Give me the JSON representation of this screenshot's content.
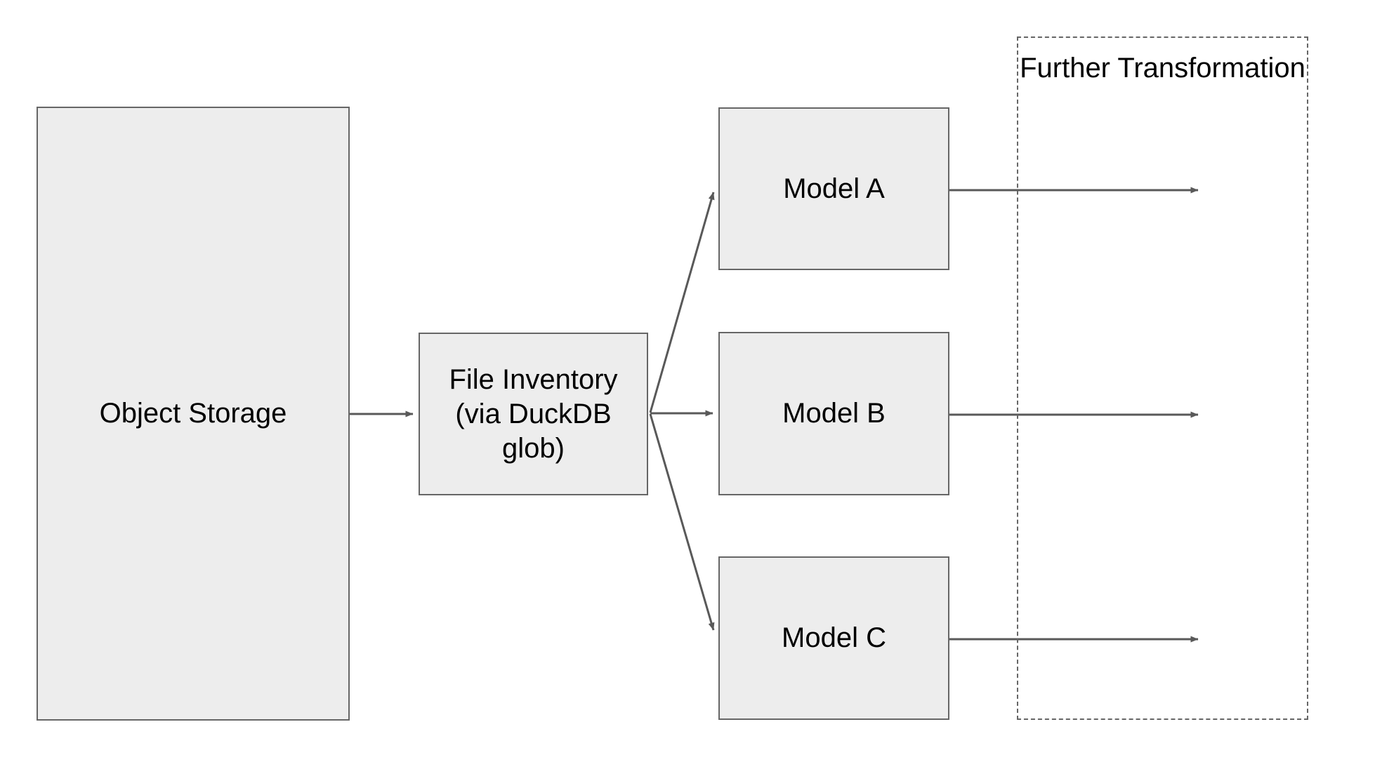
{
  "diagram": {
    "title": "Object storage to DuckDB file inventory to models pipeline",
    "background_color": "#ffffff",
    "node_fill_color": "#ededed",
    "node_stroke_color": "#666666",
    "text_color": "#000000",
    "nodes": [
      {
        "id": "object-storage",
        "label": "Object Storage",
        "shape": "rectangle",
        "style": "solid"
      },
      {
        "id": "file-inventory",
        "label": "File Inventory\n(via DuckDB\nglob)",
        "shape": "rectangle",
        "style": "solid"
      },
      {
        "id": "model-a",
        "label": "Model A",
        "shape": "rectangle",
        "style": "solid"
      },
      {
        "id": "model-b",
        "label": "Model B",
        "shape": "rectangle",
        "style": "solid"
      },
      {
        "id": "model-c",
        "label": "Model C",
        "shape": "rectangle",
        "style": "solid"
      }
    ],
    "groups": [
      {
        "id": "further-transformation",
        "label": "Further Transformation",
        "shape": "rectangle",
        "style": "dashed"
      }
    ],
    "edges": [
      {
        "id": "edge-storage-to-inventory",
        "from": "object-storage",
        "to": "file-inventory",
        "arrow": "single",
        "label": ""
      },
      {
        "id": "edge-inventory-to-model-a",
        "from": "file-inventory",
        "to": "model-a",
        "arrow": "single",
        "label": ""
      },
      {
        "id": "edge-inventory-to-model-b",
        "from": "file-inventory",
        "to": "model-b",
        "arrow": "single",
        "label": ""
      },
      {
        "id": "edge-inventory-to-model-c",
        "from": "file-inventory",
        "to": "model-c",
        "arrow": "single",
        "label": ""
      },
      {
        "id": "edge-model-a-to-further",
        "from": "model-a",
        "to": "further-transformation",
        "arrow": "single",
        "label": ""
      },
      {
        "id": "edge-model-b-to-further",
        "from": "model-b",
        "to": "further-transformation",
        "arrow": "single",
        "label": ""
      },
      {
        "id": "edge-model-c-to-further",
        "from": "model-c",
        "to": "further-transformation",
        "arrow": "single",
        "label": ""
      }
    ]
  }
}
